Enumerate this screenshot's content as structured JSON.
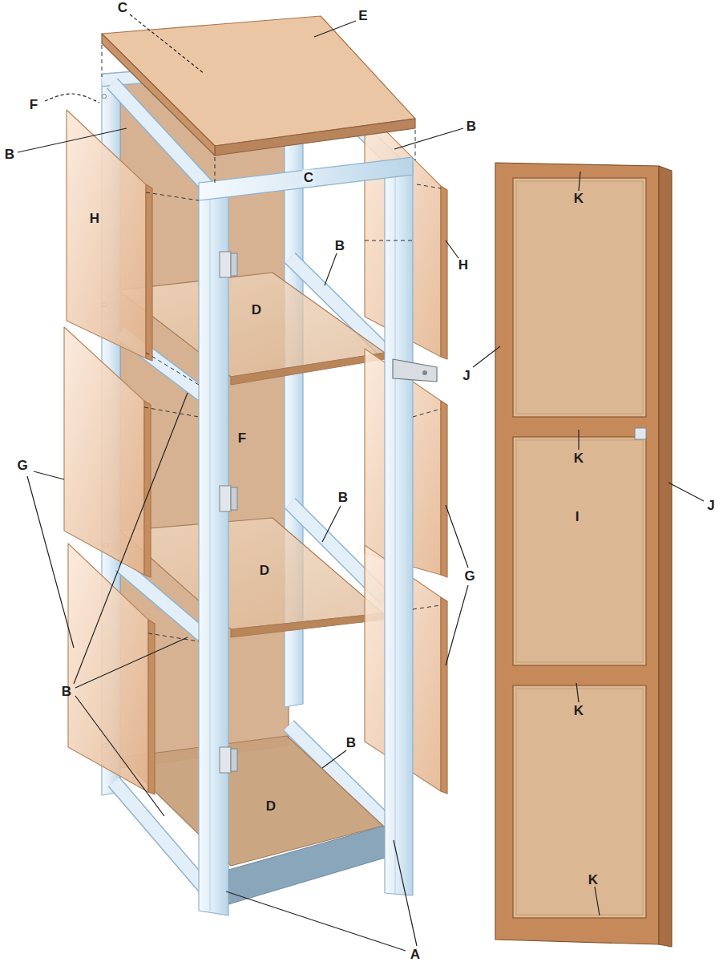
{
  "diagram": {
    "labels": [
      "C",
      "E",
      "F",
      "B",
      "B",
      "C",
      "H",
      "B",
      "H",
      "D",
      "J",
      "K",
      "K",
      "F",
      "I",
      "J",
      "G",
      "B",
      "D",
      "G",
      "K",
      "B",
      "B",
      "D",
      "K",
      "A"
    ]
  }
}
